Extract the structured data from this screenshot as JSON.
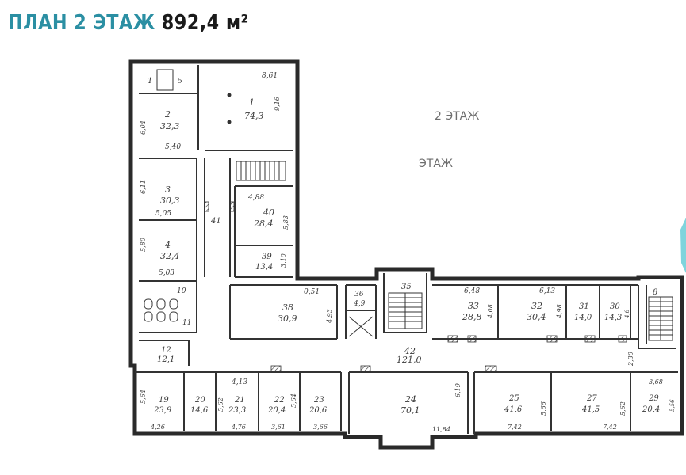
{
  "header": {
    "title_plan": "ПЛАН 2 ЭТАЖ",
    "title_area": "892,4 м²",
    "accent_color": "#2b8fa3"
  },
  "floor_labels": {
    "label_2": "2 ЭТАЖ",
    "label_1": "ЭТАЖ"
  },
  "rooms": [
    {
      "id": "1-wc",
      "num": "1",
      "area": "",
      "dims": [
        "5"
      ]
    },
    {
      "id": "r2",
      "num": "2",
      "area": "32,3",
      "dims": [
        "6,04",
        "5,40"
      ]
    },
    {
      "id": "r1",
      "num": "1",
      "area": "74,3",
      "dims": [
        "8,61",
        "9,16"
      ]
    },
    {
      "id": "r3",
      "num": "3",
      "area": "30,3",
      "dims": [
        "6,11",
        "5,05"
      ]
    },
    {
      "id": "r41",
      "num": "41",
      "area": "",
      "dims": []
    },
    {
      "id": "r40",
      "num": "40",
      "area": "28,4",
      "dims": [
        "4,88",
        "5,83"
      ]
    },
    {
      "id": "r4",
      "num": "4",
      "area": "32,4",
      "dims": [
        "5,80",
        "5,03"
      ]
    },
    {
      "id": "r39",
      "num": "39",
      "area": "13,4",
      "dims": [
        "3,10"
      ]
    },
    {
      "id": "r10",
      "num": "10",
      "area": "",
      "dims": []
    },
    {
      "id": "r11",
      "num": "11",
      "area": "",
      "dims": []
    },
    {
      "id": "r38",
      "num": "38",
      "area": "30,9",
      "dims": [
        "0,51",
        "4,93"
      ]
    },
    {
      "id": "r36",
      "num": "36",
      "area": "4,9",
      "dims": []
    },
    {
      "id": "r35",
      "num": "35",
      "area": "",
      "dims": []
    },
    {
      "id": "r33",
      "num": "33",
      "area": "28,8",
      "dims": [
        "6,48",
        "4,08"
      ]
    },
    {
      "id": "r32",
      "num": "32",
      "area": "30,4",
      "dims": [
        "6,13",
        "4,98"
      ]
    },
    {
      "id": "r31",
      "num": "31",
      "area": "14,0",
      "dims": []
    },
    {
      "id": "r30",
      "num": "30",
      "area": "14,3",
      "dims": [
        "4,6"
      ]
    },
    {
      "id": "r8",
      "num": "8",
      "area": "",
      "dims": []
    },
    {
      "id": "r12",
      "num": "12",
      "area": "12,1",
      "dims": []
    },
    {
      "id": "r42",
      "num": "42",
      "area": "121,0",
      "dims": [
        "2,30"
      ]
    },
    {
      "id": "r19",
      "num": "19",
      "area": "23,9",
      "dims": [
        "5,64",
        "4,26"
      ]
    },
    {
      "id": "r20",
      "num": "20",
      "area": "14,6",
      "dims": []
    },
    {
      "id": "r21",
      "num": "21",
      "area": "23,3",
      "dims": [
        "4,13",
        "5,62",
        "4,76"
      ]
    },
    {
      "id": "r22",
      "num": "22",
      "area": "20,4",
      "dims": [
        "5,64",
        "3,61"
      ]
    },
    {
      "id": "r23",
      "num": "23",
      "area": "20,6",
      "dims": [
        "3,66"
      ]
    },
    {
      "id": "r24",
      "num": "24",
      "area": "70,1",
      "dims": [
        "6,19",
        "11,84"
      ]
    },
    {
      "id": "r25",
      "num": "25",
      "area": "41,6",
      "dims": [
        "5,66",
        "7,42"
      ]
    },
    {
      "id": "r27",
      "num": "27",
      "area": "41,5",
      "dims": [
        "5,62",
        "7,42"
      ]
    },
    {
      "id": "r29",
      "num": "29",
      "area": "20,4",
      "dims": [
        "3,68",
        "5,56"
      ]
    }
  ]
}
